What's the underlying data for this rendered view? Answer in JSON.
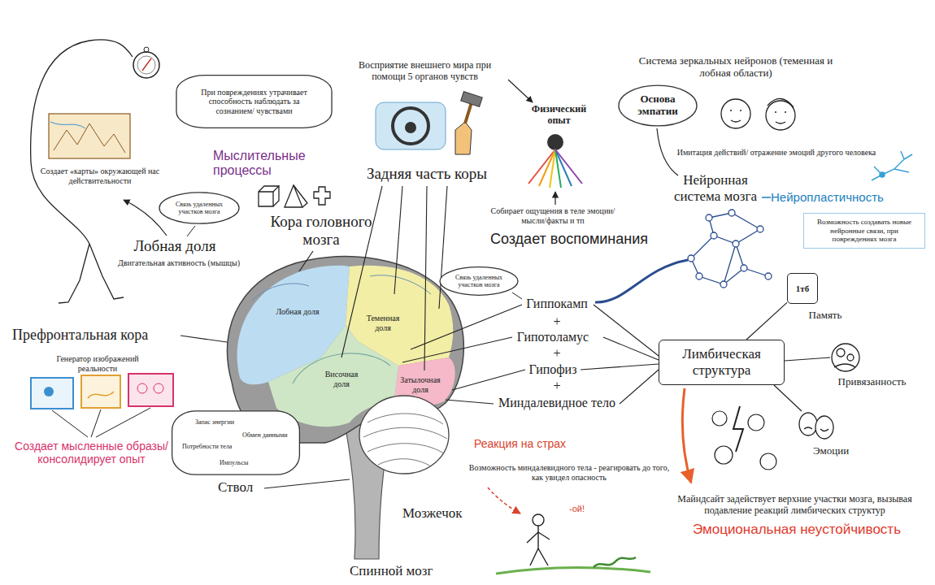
{
  "diagram": {
    "nodes": [
      {
        "text": [
          "При повреждениях утрачивает способность наблюдать за сознанием/ чувствами"
        ]
      },
      {
        "text": [
          "Основа эмпатии"
        ]
      },
      {
        "text": [
          "Связь удаленных участков мозга"
        ]
      },
      {
        "text": [
          "Возможность создавать новые нейронные связи, при повреждениях мозга"
        ]
      },
      {
        "text": [
          "Связь удаленных участков мозга"
        ]
      },
      {
        "text": [
          "1тб"
        ]
      },
      {
        "text": [
          "Лимбическая структура"
        ]
      },
      {
        "text": [
          "Запас энергии",
          "Потребности тела",
          "Обмен данными",
          "Импульсы"
        ]
      }
    ],
    "edges": [
      {
        "from": 6,
        "to": 5,
        "arrow": "none"
      }
    ],
    "labels": [
      "Создает «карты» окружающей нас действительности",
      "Мыслительные процессы",
      "Кора головного мозга",
      "Лобная доля",
      "Двигательная активность (мышцы)",
      "Префронтальная кора",
      "Генератор изображений реальности",
      "Создает мысленные образы/ консолидирует опыт",
      "Ствол",
      "Восприятие внешнего мира при помощи 5 органов чувств",
      "Задняя часть коры",
      "Физический опыт",
      "Собирает ощущения в теле эмоции/мысли/факты и тп",
      "Создает воспоминания",
      "Система зеркальных нейронов (теменная и лобная области)",
      "Имитация действий/ отражение эмоций другого человека",
      "Нейронная система мозга",
      "Нейропластичность",
      "Лобная доля",
      "Теменная доля",
      "Височная доля",
      "Затылочная доля",
      "Гиппокамп",
      "+",
      "Гипотоламус",
      "+",
      "Гипофиз",
      "+",
      "Миндалевидное тело",
      "Память",
      "Привязанность",
      "Эмоции",
      "Реакция на страх",
      "Возможность миндалевидного тела - реагировать до того, как увидел опасность",
      "-ой!",
      "Майндсайт задействует верхние участки мозга, вызывая подавление реакций лимбических структур",
      "Эмоциональная неустойчивость",
      "Мозжечок",
      "Спинной мозг"
    ]
  }
}
